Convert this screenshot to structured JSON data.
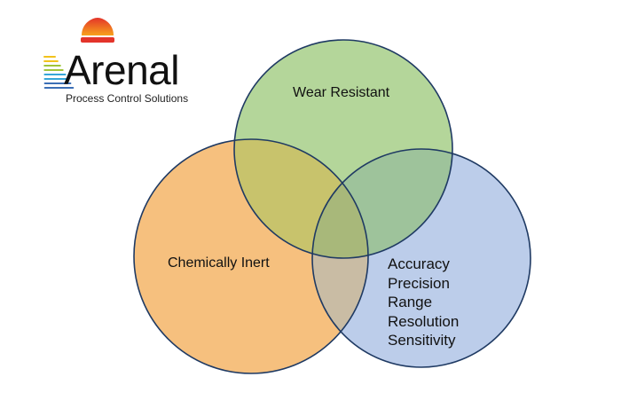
{
  "logo": {
    "wordmark": "Arenal",
    "tagline": "Process Control Solutions",
    "dome_color": "#e3342a",
    "dome_gradient_end": "#f7a21b",
    "wave_colors": [
      "#f2c21c",
      "#9fc43a",
      "#35a6d8",
      "#3b6fb6"
    ]
  },
  "diagram": {
    "circles": [
      {
        "id": "wear",
        "label": "Wear Resistant",
        "fill": "#b4d69a",
        "stroke": "#1f3a63"
      },
      {
        "id": "inert",
        "label": "Chemically Inert",
        "fill": "#f6c07e",
        "stroke": "#1f3a63"
      },
      {
        "id": "accuracy",
        "labels": [
          "Accuracy",
          "Precision",
          "Range",
          "Resolution",
          "Sensitivity"
        ],
        "fill": "#bccdea",
        "stroke": "#1f3a63"
      }
    ],
    "overlaps": {
      "wear_inert": "#c8c36c",
      "wear_accuracy": "#9ec39b",
      "inert_accuracy": "#c9bca4",
      "all_three": "#a8b87a"
    }
  }
}
